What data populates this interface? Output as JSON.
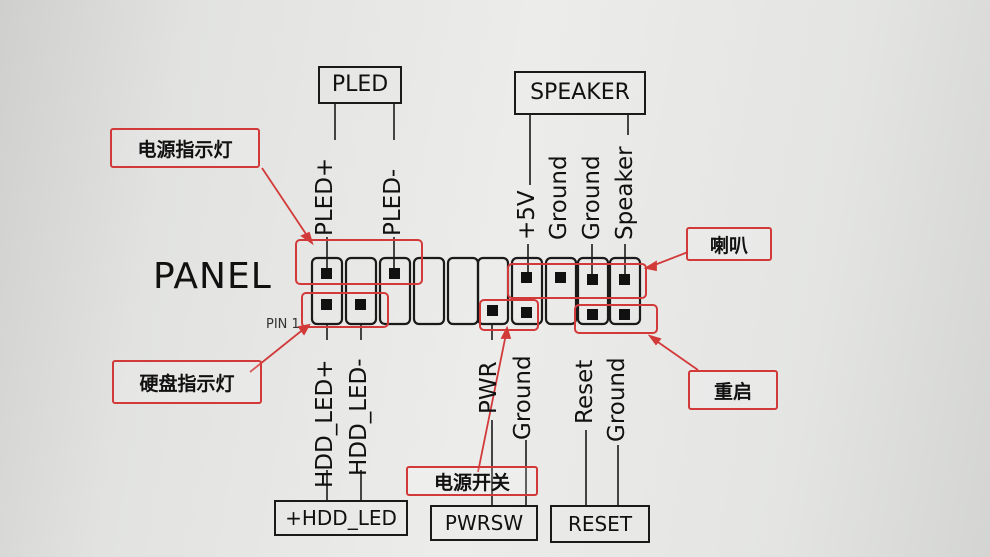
{
  "header_boxes": {
    "pled": "PLED",
    "speaker": "SPEAKER"
  },
  "panel_label": "PANEL",
  "pin1_label": "PIN 1",
  "top_pins": [
    "PLED+",
    "PLED-",
    "+5V",
    "Ground",
    "Ground",
    "Speaker"
  ],
  "bottom_pins": [
    "HDD_LED+",
    "HDD_LED-",
    "PWR",
    "Ground",
    "Reset",
    "Ground"
  ],
  "footer_boxes": {
    "hdd_led": "+HDD_LED",
    "pwrsw": "PWRSW",
    "reset": "RESET"
  },
  "annotations": {
    "power_led": "电源指示灯",
    "hdd_led": "硬盘指示灯",
    "speaker": "喇叭",
    "power_switch": "电源开关",
    "reset": "重启"
  },
  "colors": {
    "annotation_red": "#d23a3a",
    "ink": "#1a1a1a"
  }
}
